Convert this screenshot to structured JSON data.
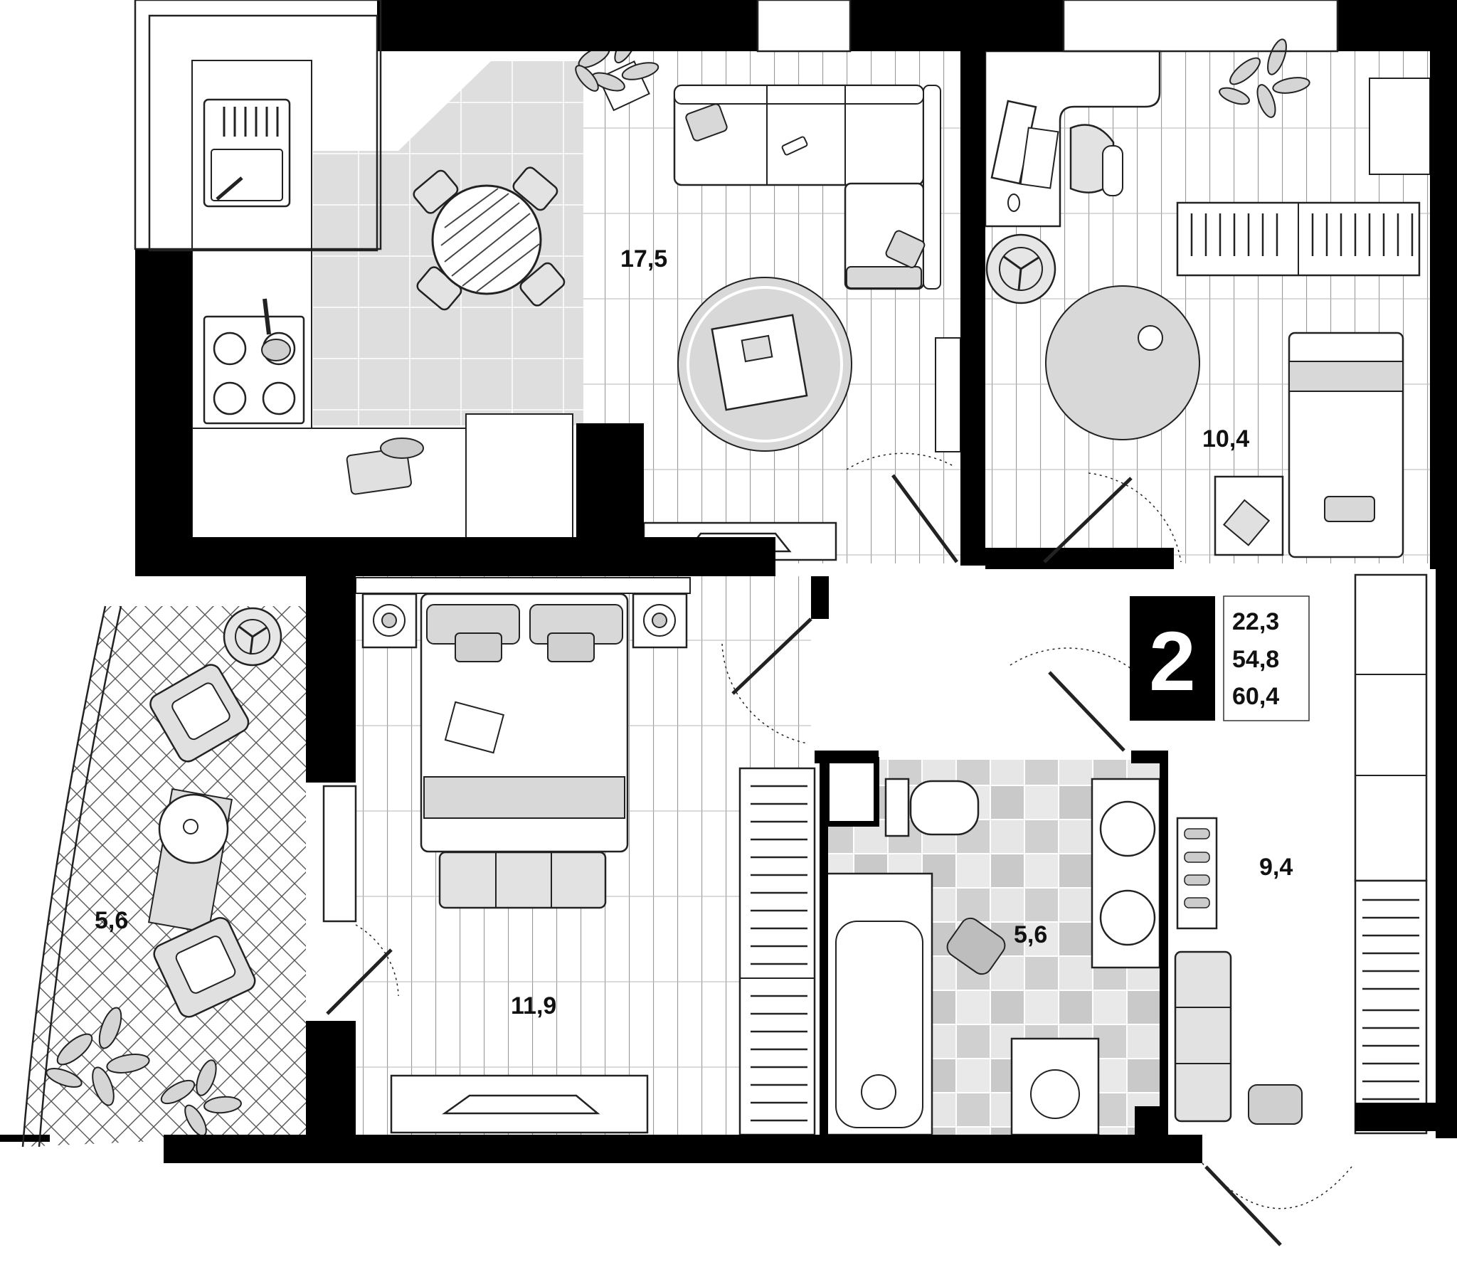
{
  "colors": {
    "wall": "#000000",
    "floor_boards": "#ffffff",
    "tile_light": "#e3e3e3",
    "tile_mid": "#cfcfcf",
    "furniture_fill": "#dadada",
    "line": "#222222"
  },
  "rooms": [
    {
      "id": "kitchen-living",
      "area": "17,5"
    },
    {
      "id": "small-bedroom",
      "area": "10,4"
    },
    {
      "id": "bedroom",
      "area": "11,9"
    },
    {
      "id": "balcony",
      "area": "5,6"
    },
    {
      "id": "bathroom",
      "area": "5,6"
    },
    {
      "id": "hallway",
      "area": "9,4"
    }
  ],
  "summary": {
    "room_count": "2",
    "areas": [
      "22,3",
      "54,8",
      "60,4"
    ]
  },
  "icons": [
    "plant-icon",
    "sofa-icon",
    "dining-table-icon",
    "sink-icon",
    "stove-icon",
    "rug-icon",
    "desk-icon",
    "wardrobe-icon",
    "bed-icon",
    "bathtub-icon",
    "toilet-icon",
    "washing-machine-icon",
    "armchair-icon",
    "fan-icon",
    "tv-icon"
  ]
}
